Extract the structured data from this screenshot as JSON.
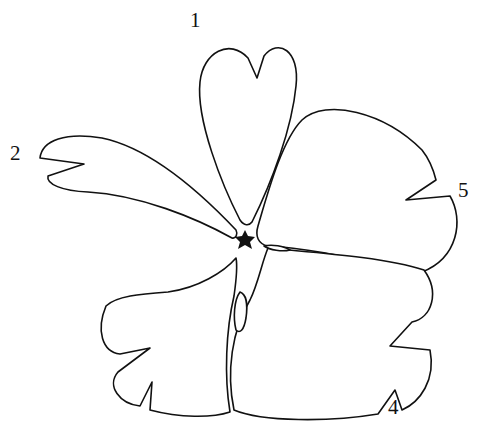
{
  "diagram": {
    "labels": [
      "1",
      "2",
      "5",
      "4"
    ]
  }
}
